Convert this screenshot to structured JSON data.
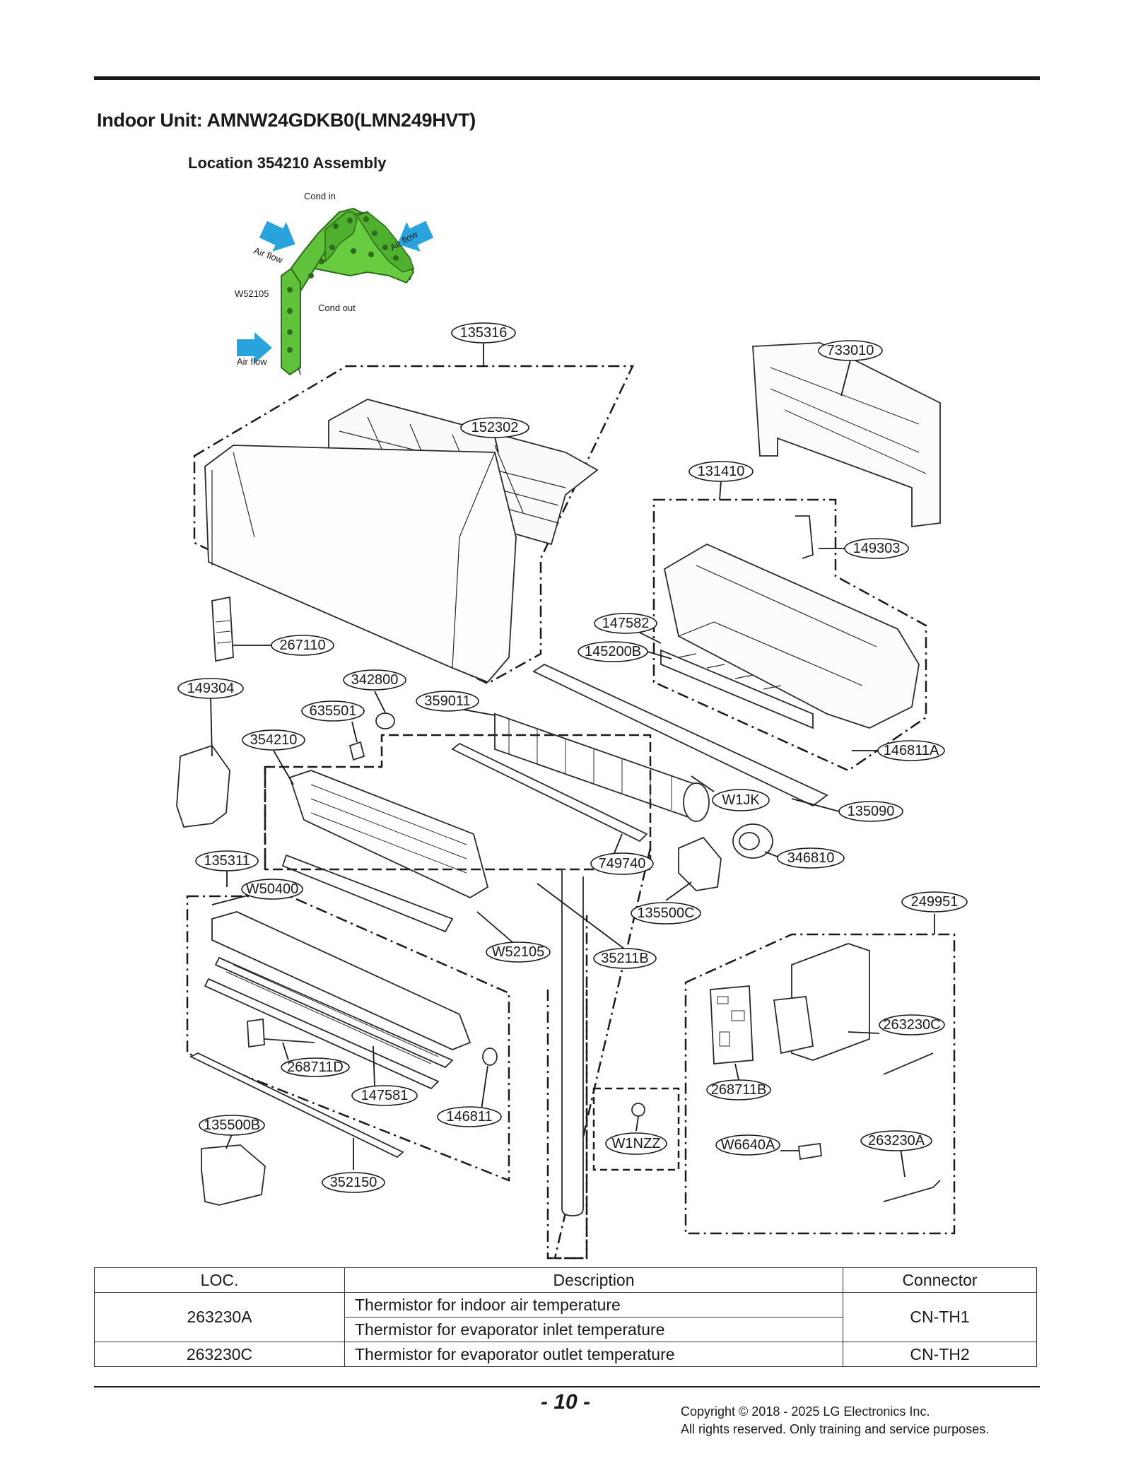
{
  "header": {
    "title": "Indoor Unit: AMNW24GDKB0(LMN249HVT)",
    "subtitle": "Location 354210 Assembly"
  },
  "inset": {
    "cond_in": "Cond in",
    "cond_out": "Cond out",
    "air_flow": "Air flow",
    "part": "W52105"
  },
  "callouts": {
    "c135316": "135316",
    "c733010": "733010",
    "c152302": "152302",
    "c131410": "131410",
    "c149303": "149303",
    "c147582": "147582",
    "c145200B": "145200B",
    "c267110": "267110",
    "c149304": "149304",
    "c342800": "342800",
    "c635501": "635501",
    "c359011": "359011",
    "c354210": "354210",
    "c146811A": "146811A",
    "cW1JK": "W1JK",
    "c135090": "135090",
    "c135311": "135311",
    "c749740": "749740",
    "c346810": "346810",
    "cW50400": "W50400",
    "c135500C": "135500C",
    "c249951": "249951",
    "cW52105": "W52105",
    "c35211B": "35211B",
    "c263230C": "263230C",
    "c268711D": "268711D",
    "c268711B": "268711B",
    "c147581": "147581",
    "c146811": "146811",
    "c135500B": "135500B",
    "cW1NZZ": "W1NZZ",
    "cW6640A": "W6640A",
    "c263230A": "263230A",
    "c352150": "352150"
  },
  "table": {
    "headers": {
      "loc": "LOC.",
      "desc": "Description",
      "conn": "Connector"
    },
    "rows": [
      {
        "loc": "263230A",
        "desc1": "Thermistor for indoor air temperature",
        "desc2": "Thermistor for evaporator inlet temperature",
        "conn": "CN-TH1"
      },
      {
        "loc": "263230C",
        "desc1": "Thermistor for evaporator outlet temperature",
        "conn": "CN-TH2"
      }
    ]
  },
  "footer": {
    "page_number": "- 10 -",
    "copyright_line1": "Copyright © 2018 - 2025 LG Electronics Inc.",
    "copyright_line2": "All rights reserved. Only training and service purposes."
  },
  "colors": {
    "evaporator_green": "#5fc23a",
    "airflow_arrow": "#29a3dc"
  }
}
